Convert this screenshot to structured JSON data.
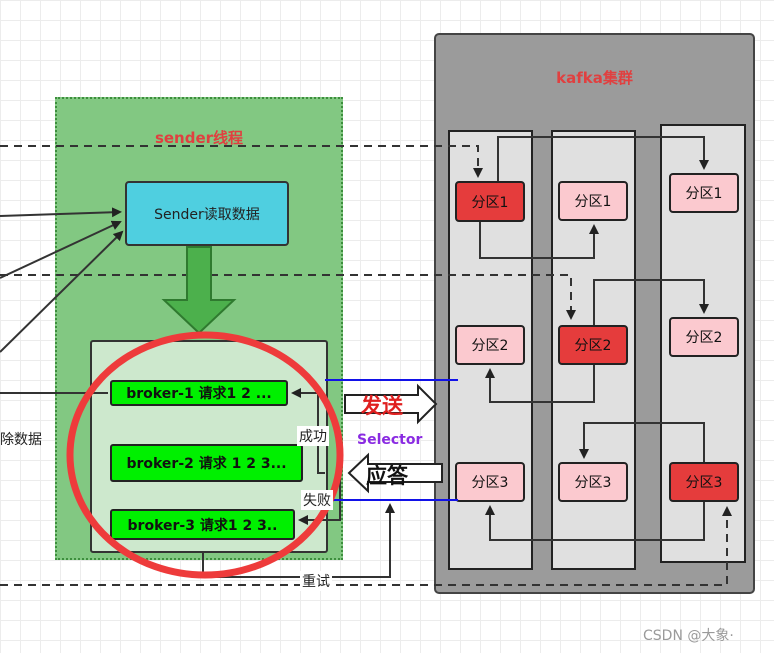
{
  "sender": {
    "title": "sender线程",
    "read_box": "Sender读取数据",
    "brokers": [
      {
        "label": "broker-1 请求1 2 ..."
      },
      {
        "label": "broker-2 请求 1 2 3..."
      },
      {
        "label": "broker-3 请求1 2 3.."
      }
    ]
  },
  "left_cut_label": "除数据",
  "labels": {
    "success": "成功",
    "fail": "失败",
    "retry": "重试",
    "send": "发送",
    "reply": "应答",
    "selector": "Selector"
  },
  "cluster": {
    "title": "kafka集群",
    "columns": [
      {
        "partitions": [
          "分区1",
          "分区2",
          "分区3"
        ],
        "leader_index": 0
      },
      {
        "partitions": [
          "分区1",
          "分区2",
          "分区3"
        ],
        "leader_index": 1
      },
      {
        "partitions": [
          "分区1",
          "分区2",
          "分区3"
        ],
        "leader_index": 2
      }
    ]
  },
  "watermark": "CSDN @大象·",
  "colors": {
    "sender_panel": "#82c882",
    "read_box": "#4fcfe0",
    "broker_request": "#00f000",
    "leader_partition": "#e53c3c",
    "follower_partition": "#fbc9cf",
    "cluster": "#9b9b9b",
    "highlight_circle": "#ee3b3b",
    "title_red": "#e04040",
    "selector_purple": "#8a2be2"
  }
}
